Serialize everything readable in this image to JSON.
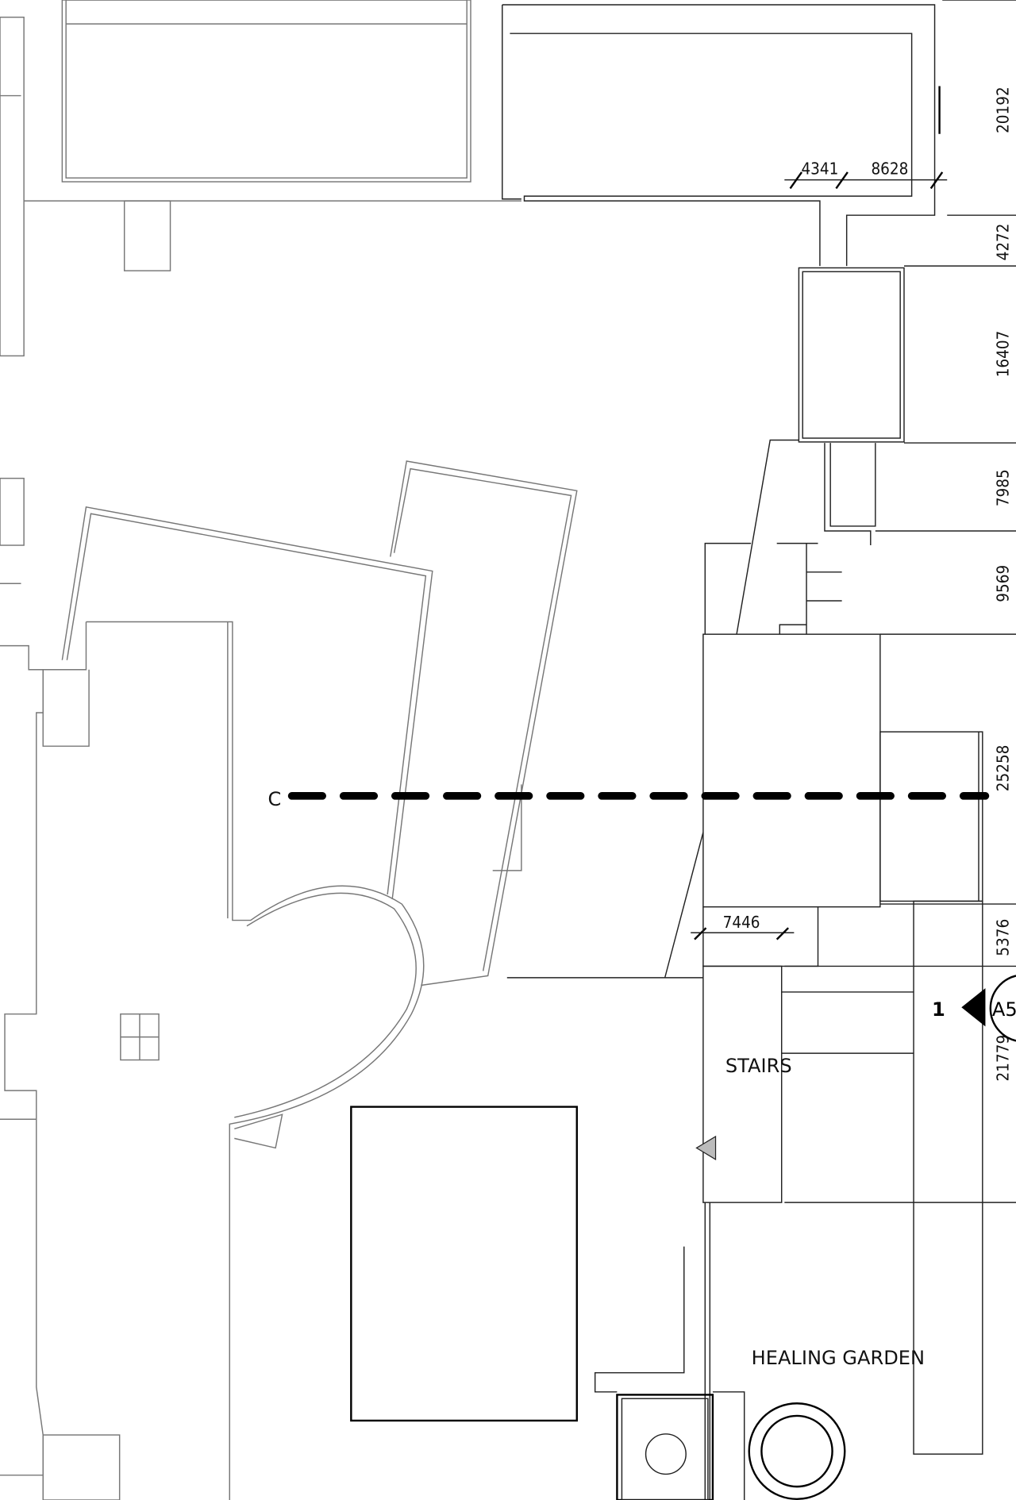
{
  "drawing": {
    "rooms": {
      "stairs": "STAIRS",
      "healing_garden": "HEALING GARDEN"
    },
    "section_line": {
      "label": "C"
    },
    "section_marker": {
      "number": "1",
      "sheet": "A5"
    },
    "dimensions": {
      "horizontal": [
        "4341",
        "8628",
        "7446"
      ],
      "vertical": [
        "20192",
        "4272",
        "16407",
        "7985",
        "9569",
        "25258",
        "5376",
        "21779"
      ]
    },
    "colors": {
      "line": "#222222",
      "section_line": "#000000",
      "arrow_fill": "#bbbbbb"
    }
  }
}
